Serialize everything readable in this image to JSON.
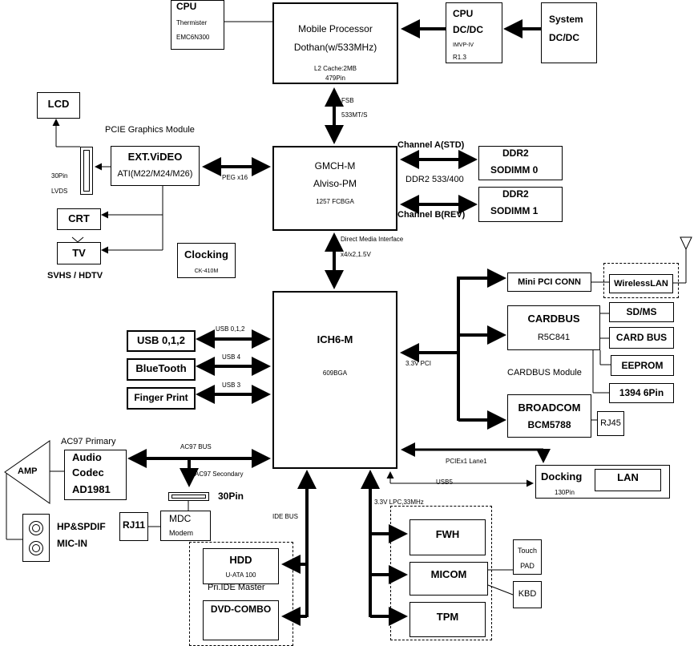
{
  "cpu_thermal": {
    "title": "CPU",
    "line1": "Thermister",
    "line2": "EMC6N300"
  },
  "processor": {
    "line1": "Mobile Processor",
    "line2": "Dothan(w/533MHz)",
    "cache": "L2 Cache:2MB",
    "pins": "479Pin"
  },
  "cpu_dcdc": {
    "line1": "CPU",
    "line2": "DC/DC",
    "sub1": "IMVP-IV",
    "sub2": "R1.3"
  },
  "system_dcdc": {
    "line1": "System",
    "line2": "DC/DC"
  },
  "fsb": {
    "line1": "FSB",
    "line2": "533MT/S"
  },
  "lcd": "LCD",
  "pcie_module": "PCIE Graphics Module",
  "ext_video": {
    "title": "EXT.ViDEO",
    "sub": "ATI(M22/M24/M26)"
  },
  "lvds": {
    "line1": "30Pin",
    "line2": "LVDS"
  },
  "peg": "PEG x16",
  "gmch": {
    "line1": "GMCH-M",
    "line2": "Alviso-PM",
    "pkg": "1257 FCBGA"
  },
  "channel_a": "Channel A(STD)",
  "channel_b": "Channel B(REV)",
  "ddr_speed": "DDR2 533/400",
  "sodimm0": {
    "line1": "DDR2",
    "line2": "SODIMM 0"
  },
  "sodimm1": {
    "line1": "DDR2",
    "line2": "SODIMM 1"
  },
  "crt": "CRT",
  "tv": "TV",
  "svhs": "SVHS / HDTV",
  "clocking": {
    "title": "Clocking",
    "sub": "CK-410M"
  },
  "dmi": {
    "line1": "Direct Media Interface",
    "line2": "x4/x2,1.5V"
  },
  "ich": {
    "title": "ICH6-M",
    "pkg": "609BGA"
  },
  "usb012": {
    "box": "USB 0,1,2",
    "label": "USB 0,1,2"
  },
  "bluetooth": {
    "box": "BlueTooth",
    "label": "USB 4"
  },
  "finger": {
    "box": "Finger Print",
    "label": "USB 3"
  },
  "pci_label": "3.3V PCI",
  "mini_pci": "Mini PCI CONN",
  "wireless": "WirelessLAN",
  "sdms": "SD/MS",
  "cardbus": {
    "line1": "CARDBUS",
    "line2": "R5C841",
    "module": "CARDBUS Module"
  },
  "card_bus_slot": "CARD BUS",
  "eeprom": "EEPROM",
  "ieee1394": "1394 6Pin",
  "broadcom": {
    "line1": "BROADCOM",
    "line2": "BCM5788"
  },
  "rj45": "RJ45",
  "ac97_primary": "AC97 Primary",
  "audio": {
    "line1": "Audio",
    "line2": "Codec",
    "line3": "AD1981"
  },
  "ac97_bus": "AC97 BUS",
  "ac97_secondary": "AC97 Secondary",
  "amp": "AMP",
  "hp_spdif": "HP&SPDIF",
  "mic_in": "MIC-IN",
  "pin30": "30Pin",
  "mdc": {
    "line1": "MDC",
    "line2": "Modem"
  },
  "rj11": "RJ11",
  "pciex1": "PCIEx1 Lane1",
  "usb5": "USB5",
  "docking": {
    "title": "Docking",
    "pins": "130Pin"
  },
  "lan": "LAN",
  "ide_bus": "IDE BUS",
  "lpc": "3.3V LPC,33MHz",
  "hdd": {
    "title": "HDD",
    "sub": "U-ATA 100",
    "role": "Pri.IDE Master"
  },
  "dvd": "DVD-COMBO",
  "fwh": "FWH",
  "micom": "MICOM",
  "tpm": "TPM",
  "touch_pad": {
    "line1": "Touch",
    "line2": "PAD"
  },
  "kbd": "KBD"
}
